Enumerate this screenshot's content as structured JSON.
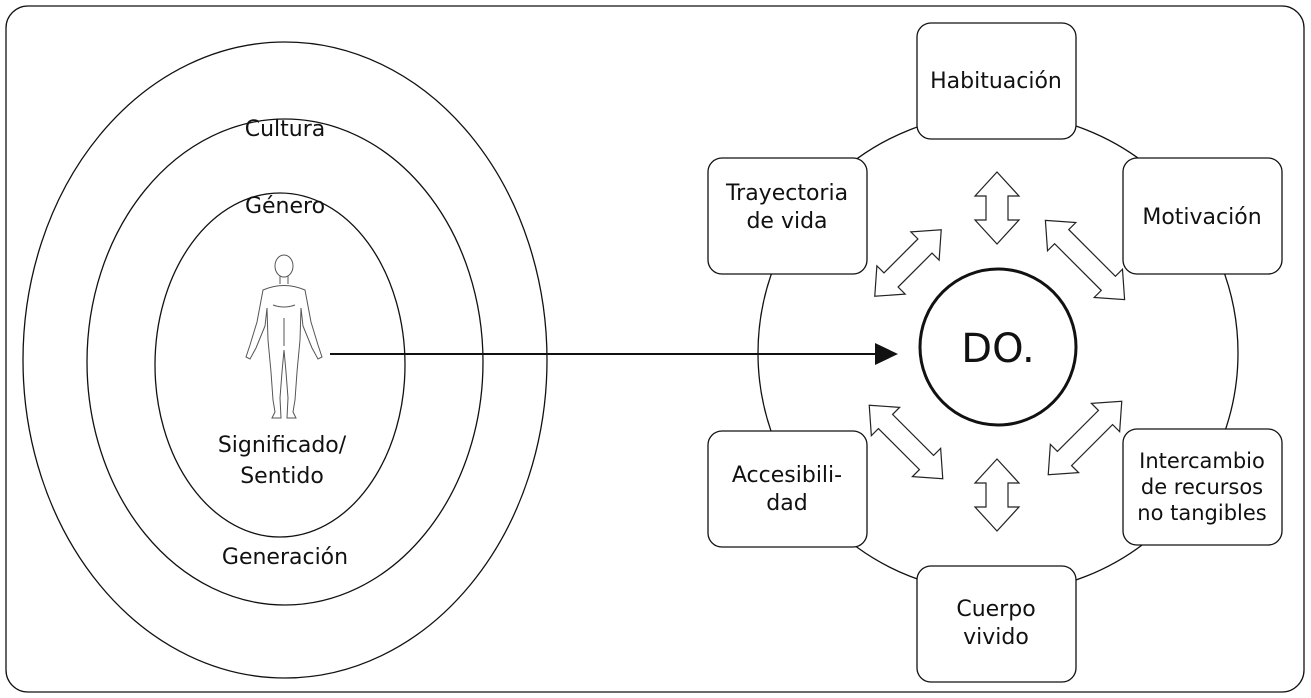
{
  "left_panel": {
    "rings": [
      {
        "label": "Cultura"
      },
      {
        "label": "Género"
      },
      {
        "label": "Generación"
      }
    ],
    "core_label_lines": [
      "Significado/",
      "Sentido"
    ]
  },
  "right_panel": {
    "center_label": "DO.",
    "nodes": [
      {
        "lines": [
          "Habituación"
        ]
      },
      {
        "lines": [
          "Motivación"
        ]
      },
      {
        "lines": [
          "Intercambio",
          "de recursos",
          "no tangibles"
        ]
      },
      {
        "lines": [
          "Cuerpo",
          "vivido"
        ]
      },
      {
        "lines": [
          "Accesibili-",
          "dad"
        ]
      },
      {
        "lines": [
          "Trayectoria",
          "de vida"
        ]
      }
    ]
  },
  "icons": {
    "person": "human-figure-icon"
  }
}
